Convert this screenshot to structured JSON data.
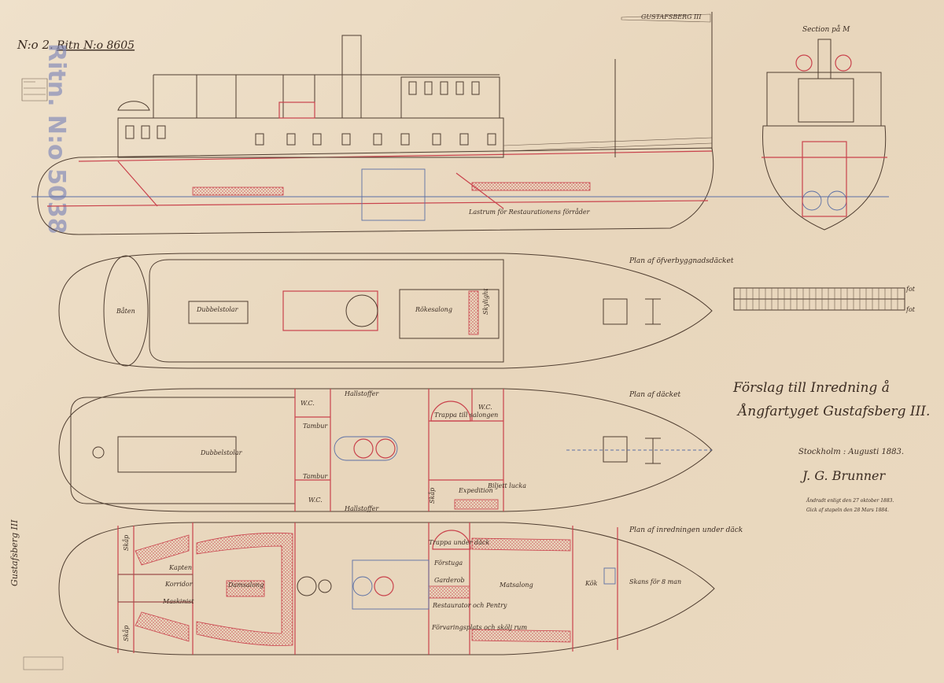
{
  "header": {
    "sheet_number": "N:o 2.",
    "drawing_number": "Ritn N:o 8605",
    "stamp": "Ritn. N:o 5038"
  },
  "views": {
    "section_title": "Section på M",
    "plan_upper_deck": "Plan af öfverbyggnadsdäcket",
    "plan_deck": "Plan af däcket",
    "plan_below_deck": "Plan af inredningen under däck",
    "pennant": "GUSTAFSBERG III"
  },
  "title_block": {
    "line1": "Förslag till Inredning å",
    "line2": "Ångfartyget Gustafsberg III.",
    "place_date": "Stockholm : Augusti 1883.",
    "signature": "J. G. Brunner",
    "note1": "Ändradt enligt den 27 oktober 1883.",
    "note2": "Gick af stapeln den 28 Mars 1884."
  },
  "profile_labels": {
    "hold": "Lastrum för Restaurationens förråder"
  },
  "upper_deck_labels": {
    "boat": "Båten",
    "benches": "Dubbelstolar",
    "smoking_saloon": "Rökesalong",
    "skylight": "Skylight"
  },
  "deck_labels": {
    "wc_fore": "W.C.",
    "wc_aft": "W.C.",
    "wc_right": "W.C.",
    "tambour_top": "Tambur",
    "tambour_bottom": "Tambur",
    "benches": "Dubbelstolar",
    "bench_top": "Hallstoffer",
    "bench_bottom": "Hallstoffer",
    "stairs": "Trappa till salongen",
    "cupboard": "Skåp",
    "expedition": "Expedition",
    "ticket": "Biljett lucka"
  },
  "below_deck_labels": {
    "cupboard_top": "Skåp",
    "cupboard_bottom": "Skåp",
    "captain": "Kapten",
    "corridor": "Korridor",
    "engineer": "Maskinist",
    "ladies_saloon": "Damsalong",
    "lobby": "Förstuga",
    "wardrobe": "Garderob",
    "restaurateur": "Restaurator och Pentry",
    "storage": "Förvaringsplats och skölj rum",
    "dining_saloon": "Matsalong",
    "galley": "Kök",
    "crew": "Skans för 8 man",
    "stairs_note": "Trappa under däck"
  },
  "scale": {
    "unit_top": "fot",
    "unit_bottom": "fot"
  },
  "margin_note": "Gustafsberg III",
  "colors": {
    "paper": "#ebdbc3",
    "ink": "#4f3d30",
    "red": "#c9424c",
    "blue": "#5b6fa5"
  }
}
